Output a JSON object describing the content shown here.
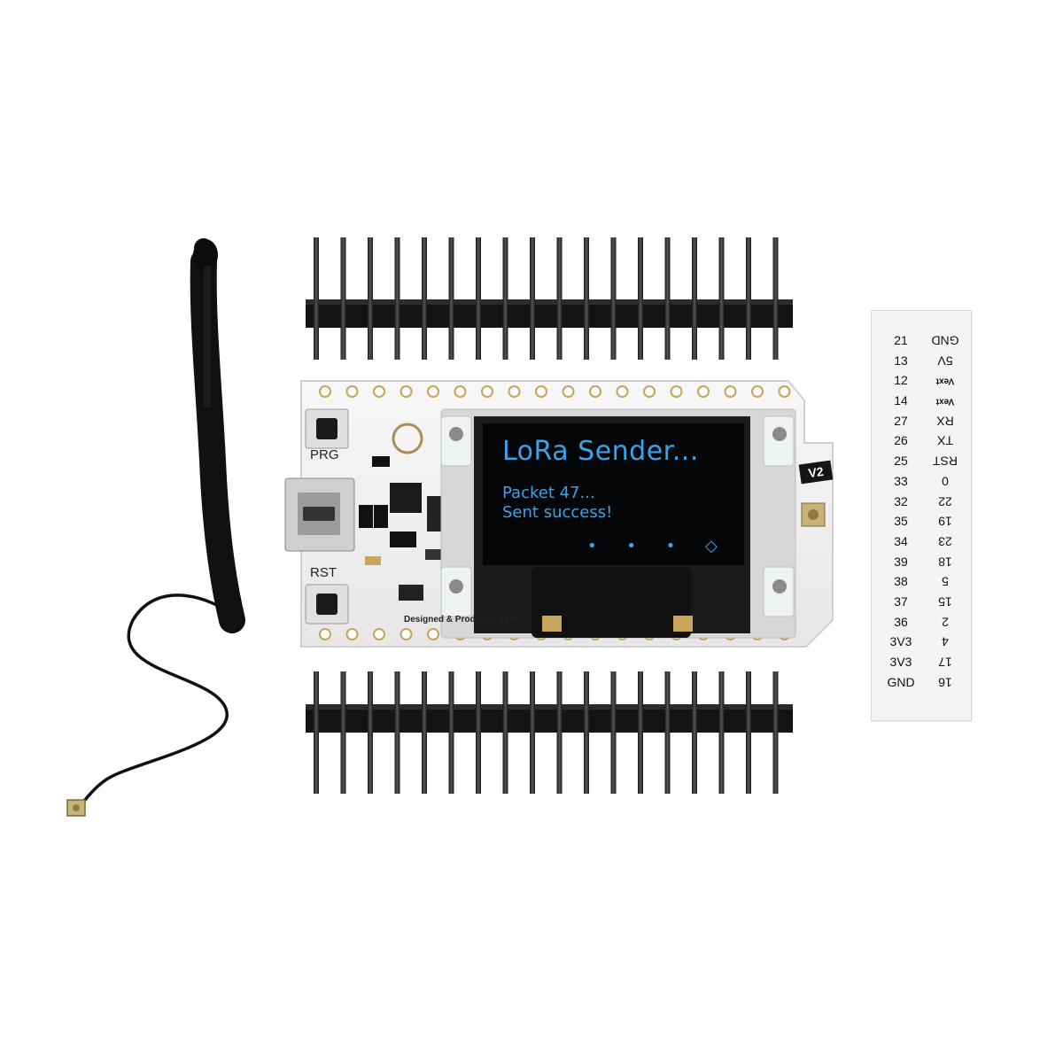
{
  "board": {
    "oled": {
      "title": "LoRa Sender...",
      "line1": "Packet 47...",
      "line2": "Sent success!",
      "dots": "• • • ◇",
      "text_color": "#3aa3ea"
    },
    "silkscreen": {
      "prg": "PRG",
      "rst": "RST",
      "credit": "Designed & Produced by H",
      "version": "V2"
    },
    "pcb_color": "#f2f2f2"
  },
  "pin_labels": {
    "left": [
      "21",
      "13",
      "12",
      "14",
      "27",
      "26",
      "25",
      "33",
      "32",
      "35",
      "34",
      "39",
      "38",
      "37",
      "36",
      "3V3",
      "3V3",
      "GND"
    ],
    "right": [
      "GND",
      "5V",
      "Vext",
      "Vext",
      "RX",
      "TX",
      "RST",
      "0",
      "22",
      "19",
      "23",
      "18",
      "5",
      "15",
      "2",
      "4",
      "17",
      "16"
    ]
  }
}
